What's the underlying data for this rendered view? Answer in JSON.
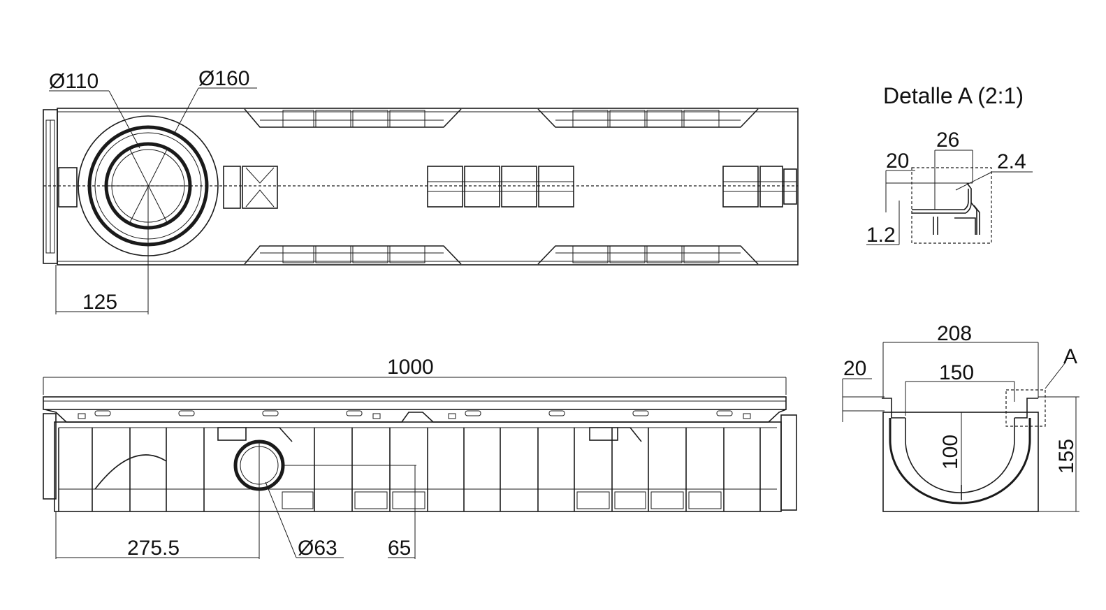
{
  "detail_title": "Detalle A (2:1)",
  "detail_marker": "A",
  "top_view": {
    "dia_outer": "Ø110",
    "dia_inner": "Ø160",
    "offset": "125"
  },
  "side_view": {
    "length": "1000",
    "outlet_offset": "275.5",
    "outlet_dia": "Ø63",
    "outlet_height": "65"
  },
  "section": {
    "width_total": "208",
    "width_inner": "150",
    "flange": "20",
    "depth_inner": "100",
    "height_total": "155"
  },
  "detail": {
    "width": "26",
    "flange": "20",
    "thickness": "2.4",
    "lip": "1.2"
  }
}
